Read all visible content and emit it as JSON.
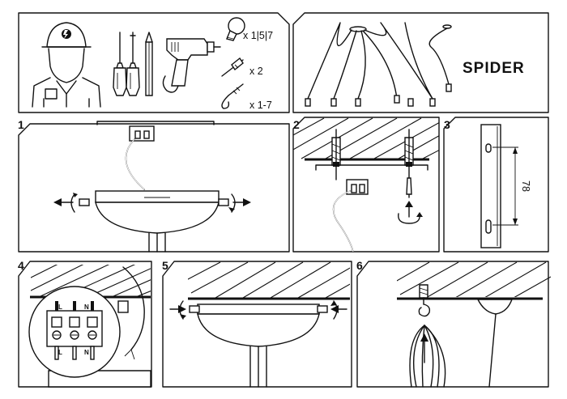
{
  "product": {
    "name": "SPIDER"
  },
  "tools": {
    "bulb_qty": "x 1|5|7",
    "dowel_qty": "x 2",
    "hook_qty": "x 1-7"
  },
  "steps": [
    {
      "number": "1"
    },
    {
      "number": "2"
    },
    {
      "number": "3"
    },
    {
      "number": "4"
    },
    {
      "number": "5"
    },
    {
      "number": "6"
    }
  ],
  "step3": {
    "measurement": "78"
  },
  "step4": {
    "top_left": "L",
    "top_right": "N",
    "bottom_left": "L",
    "bottom_right": "N"
  }
}
